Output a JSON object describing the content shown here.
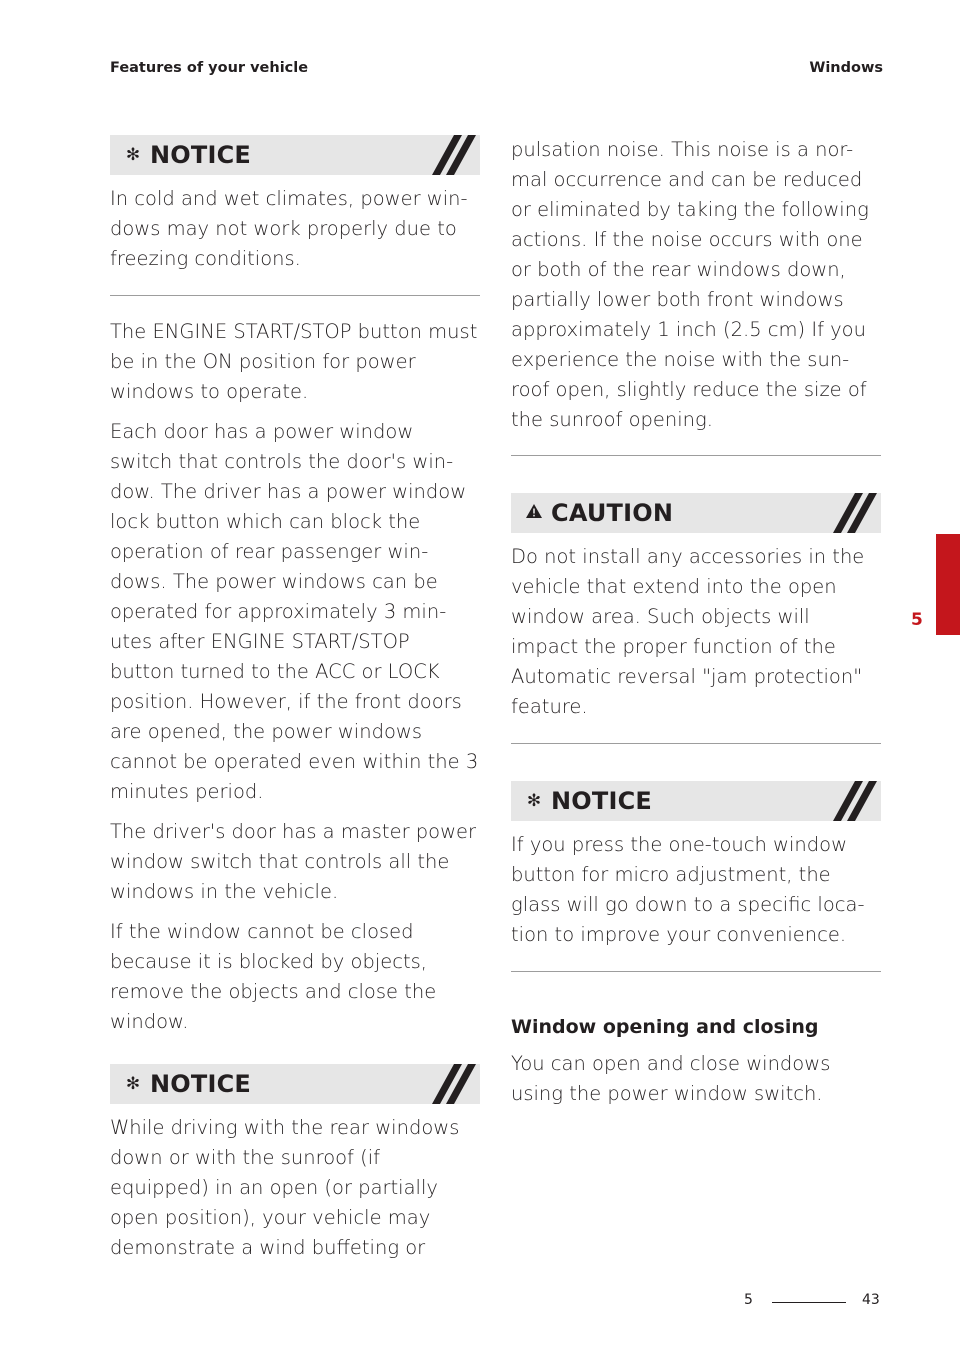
{
  "header": {
    "left": "Features of your vehicle",
    "right": "Windows"
  },
  "colors": {
    "accent": "#c4161c",
    "banner_bg": "#e6e6e6",
    "text": "#231f20"
  },
  "left": {
    "notice1": {
      "title": "NOTICE",
      "icon": "asterisk-icon",
      "text": "In cold and wet climates, power win-dows may not work properly due to freezing conditions."
    },
    "paragraphs": [
      "The ENGINE START/STOP button must be in the ON position for power windows to operate.",
      "Each door has a power window switch that controls the door's win-dow. The driver has a power window lock button which can block the operation of rear passenger win-dows. The power windows can be operated for approximately 3 min-utes after ENGINE START/STOP button turned to the ACC or LOCK position. However, if the front doors are opened, the power windows cannot be operated even within the 3 minutes period.",
      "The driver's door has a master power window switch that controls all the windows in the vehicle.",
      "If the window cannot be closed because it is blocked by objects, remove the objects and close the window."
    ],
    "notice2": {
      "title": "NOTICE",
      "icon": "asterisk-icon",
      "text": "While driving with the rear windows down or with the sunroof (if equipped) in an open (or partially open position), your vehicle may demonstrate a wind buffeting or"
    }
  },
  "right": {
    "continuation": "pulsation noise. This noise is a nor-mal occurrence and can be reduced or eliminated by taking the following actions. If the noise occurs with one or both of the rear windows down, partially lower both front windows approximately 1 inch (2.5 cm) If you experience the noise with the sun-roof open, slightly reduce the size of the sunroof opening.",
    "caution": {
      "title": "CAUTION",
      "icon": "warning-triangle-icon",
      "text": "Do not install any accessories in the vehicle that extend into the open window area. Such objects will impact the proper function of the Automatic reversal \"jam protection\" feature."
    },
    "notice3": {
      "title": "NOTICE",
      "icon": "asterisk-icon",
      "text": "If you press the one-touch window button for micro adjustment, the glass will go down to a specific loca-tion to improve your convenience."
    },
    "section": {
      "heading": "Window opening and closing",
      "text": "You can open and close windows using the power window switch."
    }
  },
  "side_tab": {
    "number": "5"
  },
  "footer": {
    "section": "5",
    "page": "43"
  }
}
